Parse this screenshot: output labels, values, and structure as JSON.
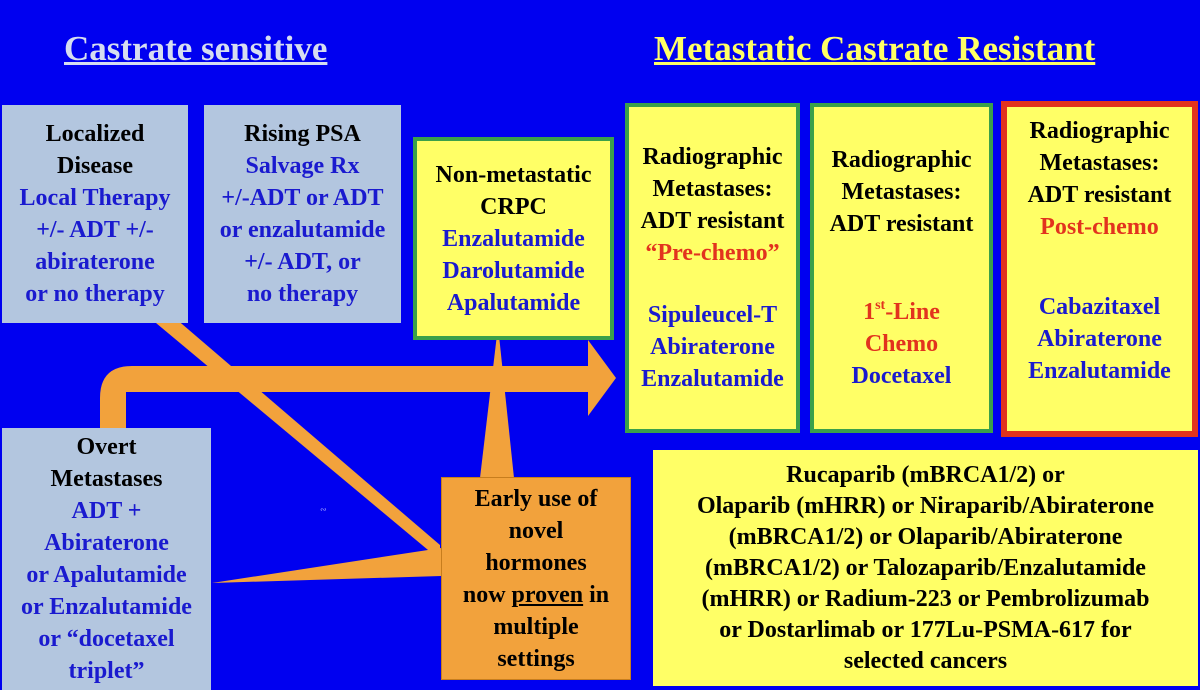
{
  "headings": {
    "left": "Castrate sensitive",
    "right": "Metastatic Castrate Resistant"
  },
  "localized": [
    "Localized",
    "Disease",
    "Local Therapy",
    "+/- ADT +/-",
    "abiraterone",
    "or no therapy"
  ],
  "rising_psa": [
    "Rising PSA",
    "Salvage Rx",
    "+/-ADT or ADT",
    "or enzalutamide",
    "+/- ADT,  or",
    "no therapy"
  ],
  "nmcrpc": [
    "Non-metastatic",
    "CRPC",
    "Enzalutamide",
    "Darolutamide",
    "Apalutamide"
  ],
  "prechemo": [
    "Radiographic",
    "Metastases:",
    "ADT resistant",
    "“Pre-chemo”",
    "Sipuleucel-T",
    "Abiraterone",
    "Enzalutamide"
  ],
  "firstline": {
    "title": [
      "Radiographic",
      "Metastases:",
      "ADT resistant"
    ],
    "line_prefix": "1",
    "line_sup": "st",
    "line_suffix": "-Line",
    "chemo": "Chemo",
    "drug": "Docetaxel"
  },
  "postchemo": [
    "Radiographic",
    "Metastases:",
    "ADT resistant",
    "Post-chemo",
    "Cabazitaxel",
    "Abiraterone",
    "Enzalutamide"
  ],
  "overt": [
    "Overt",
    "Metastases",
    "ADT +",
    "Abiraterone",
    "or Apalutamide",
    "or Enzalutamide",
    "or “docetaxel",
    "triplet”"
  ],
  "early_use": {
    "line1": "Early use of",
    "line2": "novel",
    "line3": "hormones",
    "line4_before": "now ",
    "line4_underlined": "proven",
    "line4_after": " in",
    "line5": "multiple",
    "line6": "settings"
  },
  "selected": [
    "Rucaparib (mBRCA1/2) or",
    "Olaparib (mHRR) or Niraparib/Abiraterone",
    "(mBRCA1/2) or Olaparib/Abiraterone",
    "(mBRCA1/2) or Talozaparib/Enzalutamide",
    "(mHRR) or Radium-223 or Pembrolizumab",
    "or Dostarlimab or 177Lu-PSMA-617 for",
    "selected cancers"
  ],
  "tiny_mark": "∾",
  "colors": {
    "background": "#0000f0",
    "box_gray": "#b3c6df",
    "box_yellow": "#ffff66",
    "box_orange": "#f2a23c",
    "green_border": "#3aa04a",
    "red_border": "#e2331e",
    "text_blue": "#1a1acf",
    "text_red": "#e2331e"
  }
}
